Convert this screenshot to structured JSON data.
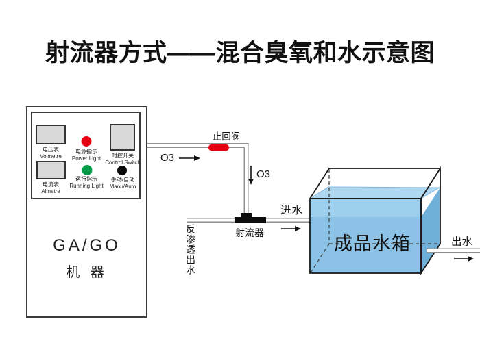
{
  "title": "射流器方式——混合臭氧和水示意图",
  "machine": {
    "name": "GA/GO",
    "name2": "机 器",
    "panel": {
      "voltmeter": {
        "zh": "电压表",
        "en": "Volmetre"
      },
      "power_light": {
        "zh": "电源指示",
        "en": "Power Light"
      },
      "control_switch": {
        "zh": "时控开关",
        "en": "Control Switch"
      },
      "ammeter": {
        "zh": "电流表",
        "en": "Almetre"
      },
      "running_light": {
        "zh": "运行指示",
        "en": "Running Light"
      },
      "manu_auto": {
        "zh": "手动/自动",
        "en": "Manu/Auto"
      }
    }
  },
  "pipeline": {
    "o3_top_label": "O3",
    "o3_drop_label": "O3",
    "check_valve_label": "止回阀",
    "jet_device_label": "射流器",
    "inlet_label": "进水",
    "ro_outlet_label": "反渗透出水",
    "outlet_label": "出水"
  },
  "tank": {
    "label": "成品水箱"
  },
  "colors": {
    "valve_red": "#e60012",
    "power_light_red": "#e60012",
    "running_light_green": "#009b48",
    "manu_auto_black": "#0a0a0a",
    "pipe_gray": "#8f8f8f",
    "water_surface": "#b0d7f0",
    "water_front_upper": "#9ecfec",
    "water_front": "#8cc2e6",
    "water_side": "#6fb0d8"
  }
}
